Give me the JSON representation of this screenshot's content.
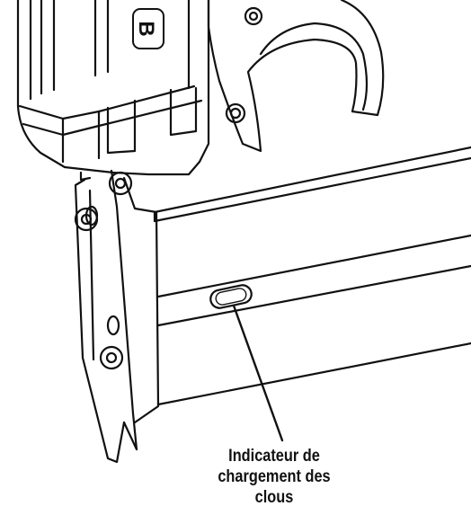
{
  "callout": {
    "lines": [
      "Indicateur de",
      "chargement des",
      "clous"
    ]
  },
  "logo": {
    "text": "B"
  },
  "colors": {
    "ink": "#111111",
    "paper": "#ffffff"
  }
}
